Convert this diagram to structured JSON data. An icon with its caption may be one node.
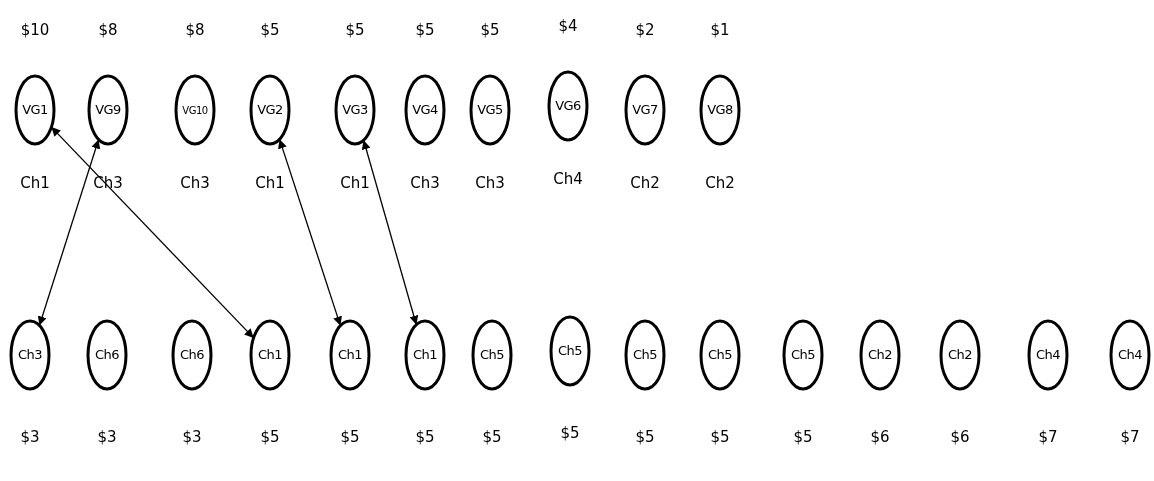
{
  "diagram": {
    "nodes": [
      {
        "text": [
          "VG1"
        ],
        "beside": [
          "$10",
          "Ch1"
        ]
      },
      {
        "text": [
          "VG9"
        ],
        "beside": [
          "$8",
          "Ch3"
        ]
      },
      {
        "text": [
          "VG10"
        ],
        "beside": [
          "$8",
          "Ch3"
        ]
      },
      {
        "text": [
          "VG2"
        ],
        "beside": [
          "$5",
          "Ch1"
        ]
      },
      {
        "text": [
          "VG3"
        ],
        "beside": [
          "$5",
          "Ch1"
        ]
      },
      {
        "text": [
          "VG4"
        ],
        "beside": [
          "$5",
          "Ch3"
        ]
      },
      {
        "text": [
          "VG5"
        ],
        "beside": [
          "$5",
          "Ch3"
        ]
      },
      {
        "text": [
          "VG6"
        ],
        "beside": [
          "$4",
          "Ch4"
        ]
      },
      {
        "text": [
          "VG7"
        ],
        "beside": [
          "$2",
          "Ch2"
        ]
      },
      {
        "text": [
          "VG8"
        ],
        "beside": [
          "$1",
          "Ch2"
        ]
      },
      {
        "text": [
          "Ch3"
        ],
        "beside": [
          "$3"
        ]
      },
      {
        "text": [
          "Ch6"
        ],
        "beside": [
          "$3"
        ]
      },
      {
        "text": [
          "Ch6"
        ],
        "beside": [
          "$3"
        ]
      },
      {
        "text": [
          "Ch1"
        ],
        "beside": [
          "$5"
        ]
      },
      {
        "text": [
          "Ch1"
        ],
        "beside": [
          "$5"
        ]
      },
      {
        "text": [
          "Ch1"
        ],
        "beside": [
          "$5"
        ]
      },
      {
        "text": [
          "Ch5"
        ],
        "beside": [
          "$5"
        ]
      },
      {
        "text": [
          "Ch5"
        ],
        "beside": [
          "$5"
        ]
      },
      {
        "text": [
          "Ch5"
        ],
        "beside": [
          "$5"
        ]
      },
      {
        "text": [
          "Ch5"
        ],
        "beside": [
          "$5"
        ]
      },
      {
        "text": [
          "Ch5"
        ],
        "beside": [
          "$5"
        ]
      },
      {
        "text": [
          "Ch2"
        ],
        "beside": [
          "$6"
        ]
      },
      {
        "text": [
          "Ch2"
        ],
        "beside": [
          "$6"
        ]
      },
      {
        "text": [
          "Ch4"
        ],
        "beside": [
          "$7"
        ]
      },
      {
        "text": [
          "Ch4"
        ],
        "beside": [
          "$7"
        ]
      }
    ],
    "edges": [
      {
        "from": 0,
        "to": 13,
        "arrow": "both"
      },
      {
        "from": 1,
        "to": 10,
        "arrow": "both"
      },
      {
        "from": 3,
        "to": 14,
        "arrow": "both"
      },
      {
        "from": 4,
        "to": 15,
        "arrow": "both"
      }
    ]
  }
}
